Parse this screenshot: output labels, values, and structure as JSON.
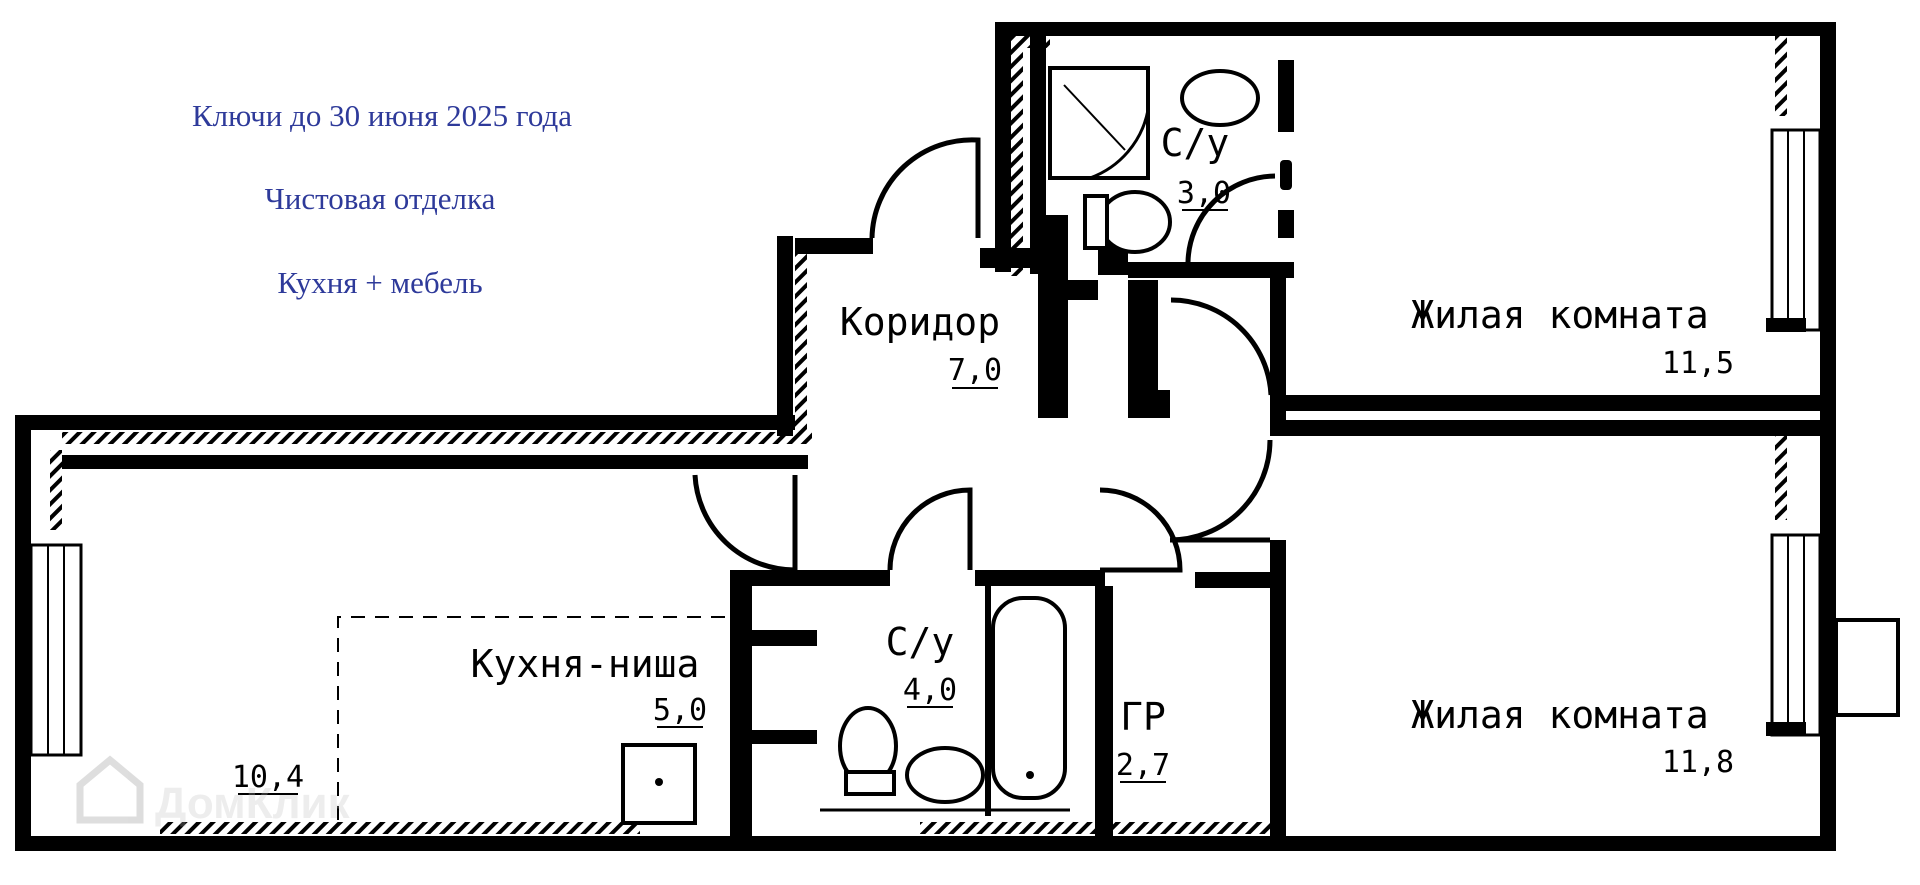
{
  "promo": {
    "line1": "Ключи до 30 июня 2025 года",
    "line2": "Чистовая отделка",
    "line3": "Кухня + мебель"
  },
  "rooms": {
    "bath_top": {
      "name": "С/у",
      "area": "3,0"
    },
    "corridor": {
      "name": "Коридор",
      "area": "7,0"
    },
    "living1": {
      "name": "Жилая комната",
      "area": "11,5"
    },
    "kitchen": {
      "name": "Кухня-ниша",
      "area": "5,0"
    },
    "bath_bottom": {
      "name": "С/у",
      "area": "4,0"
    },
    "wardrobe": {
      "name": "ГР",
      "area": "2,7"
    },
    "living2": {
      "name": "Жилая комната",
      "area": "11,8"
    },
    "big_room": {
      "area": "10,4"
    }
  },
  "watermark": "ДомКлик",
  "colors": {
    "promo_text": "#2e3a9a",
    "walls": "#000000",
    "background": "#ffffff"
  }
}
